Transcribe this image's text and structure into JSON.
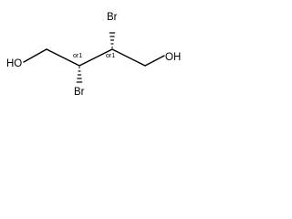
{
  "molecule": {
    "atoms": {
      "oh_left": "HO",
      "oh_right": "OH",
      "br_top": "Br",
      "br_bottom": "Br"
    },
    "stereo_labels": {
      "c2": "or1",
      "c3": "or1"
    }
  }
}
